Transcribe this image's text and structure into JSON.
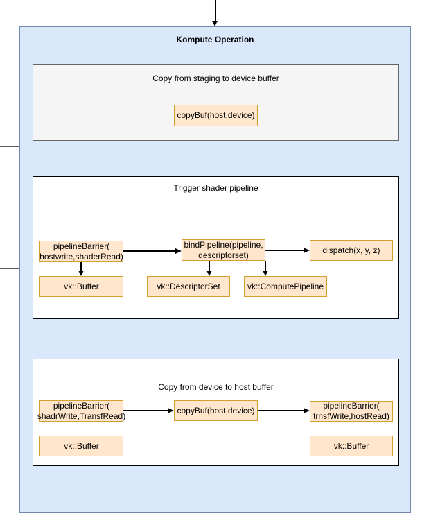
{
  "container_title": "Kompute Operation",
  "staging": {
    "title": "Copy from staging to device buffer",
    "copybuf": "copyBuf(host,device)"
  },
  "shader": {
    "title": "Trigger shader pipeline",
    "pipeline_barrier_line1": "pipelineBarrier(",
    "pipeline_barrier_line2": "hostwrite,shaderRead)",
    "bind_pipeline_line1": "bindPipeline(pipeline,",
    "bind_pipeline_line2": "descriptorset)",
    "dispatch": "dispatch(x, y, z)",
    "vk_buffer": "vk::Buffer",
    "vk_descriptor_set": "vk::DescriptorSet",
    "vk_compute_pipeline": "vk::ComputePipeline"
  },
  "device_to_host": {
    "title": "Copy from device to host buffer",
    "pipeline_barrier_left_line1": "pipelineBarrier(",
    "pipeline_barrier_left_line2": "shadrWrite,TransfRead)",
    "copybuf": "copyBuf(host,device)",
    "pipeline_barrier_right_line1": "pipelineBarrier(",
    "pipeline_barrier_right_line2": "trnsfWrite,hostRead)",
    "vk_buffer_left": "vk::Buffer",
    "vk_buffer_right": "vk::Buffer"
  },
  "colors": {
    "container_fill": "#dae8fc",
    "container_border": "#7387aa",
    "section_gray_fill": "#f5f5f5",
    "section_gray_border": "#666666",
    "section_white_border": "#000000",
    "node_fill": "#ffe6cc",
    "node_border": "#d6a02f",
    "arrow": "#000000",
    "cropped_edge": "#595959"
  }
}
